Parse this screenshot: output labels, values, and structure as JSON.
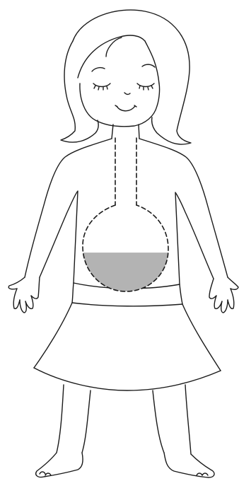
{
  "illustration": {
    "subject": "girl-with-stomach-diagram",
    "colors": {
      "outline": "#1a1a1a",
      "background": "#ffffff",
      "stomach_contents": "#b3b3b3"
    },
    "stomach": {
      "fill_level_fraction": 0.45,
      "outline_style": "dashed"
    },
    "esophagus": {
      "outline_style": "dashed"
    },
    "facial_expression": "content-eyes-closed-smiling"
  }
}
